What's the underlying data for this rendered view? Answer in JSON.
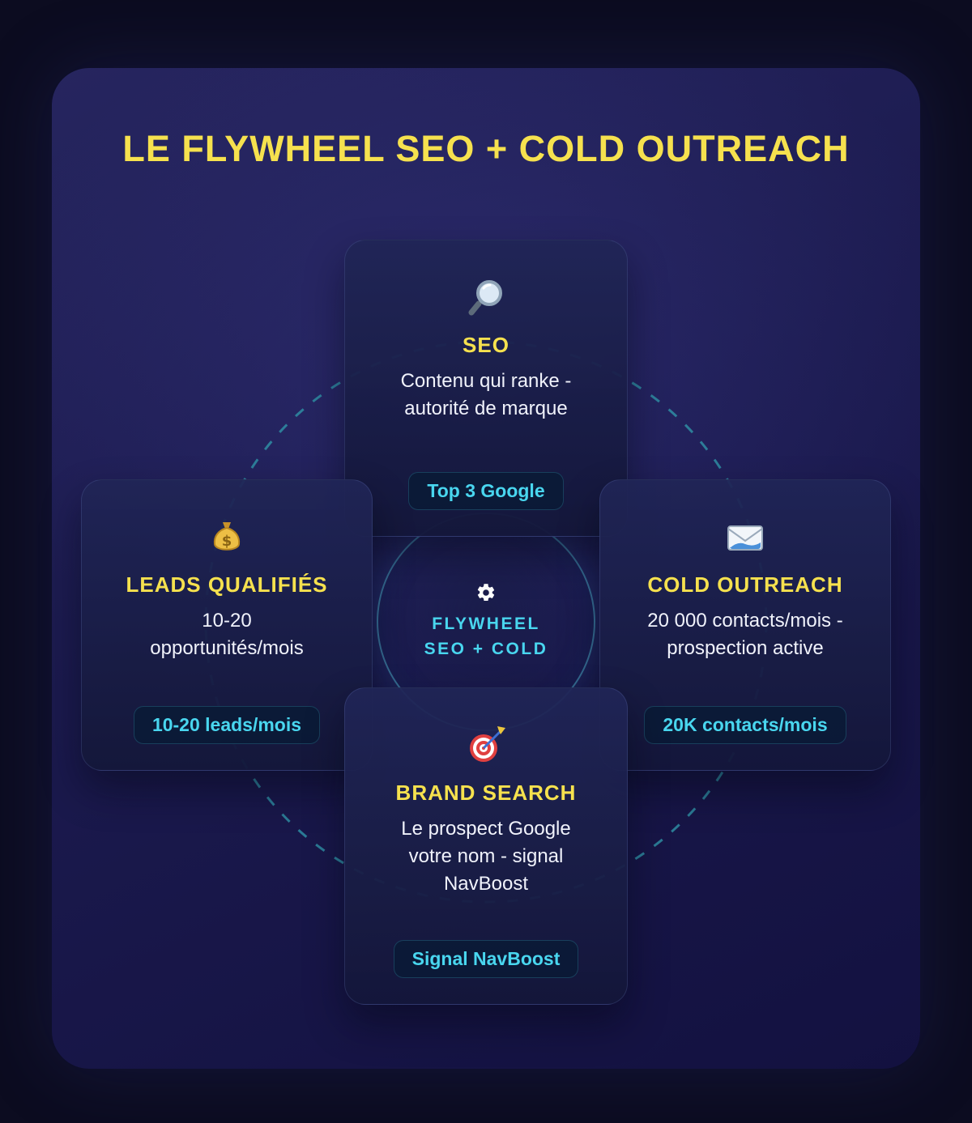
{
  "title": "LE FLYWHEEL SEO + COLD OUTREACH",
  "center": {
    "icon": "gear-icon",
    "label_line1": "FLYWHEEL",
    "label_line2": "SEO + COLD"
  },
  "cards": [
    {
      "id": "seo",
      "icon": "magnifying-glass-icon",
      "title": "SEO",
      "description_lines": [
        "Contenu qui ranke -",
        "autorité de marque"
      ],
      "badge": "Top 3 Google"
    },
    {
      "id": "leads",
      "icon": "money-bag-icon",
      "title": "LEADS QUALIFIÉS",
      "description_lines": [
        "10-20",
        "opportunités/mois"
      ],
      "badge": "10-20 leads/mois"
    },
    {
      "id": "cold",
      "icon": "email-icon",
      "title": "COLD OUTREACH",
      "description_lines": [
        "20 000 contacts/mois -",
        "prospection active"
      ],
      "badge": "20K contacts/mois"
    },
    {
      "id": "brand",
      "icon": "target-dart-icon",
      "title": "BRAND SEARCH",
      "description_lines": [
        "Le prospect Google",
        "votre nom - signal",
        "NavBoost"
      ],
      "badge": "Signal NavBoost"
    }
  ],
  "colors": {
    "title_yellow": "#f6e14e",
    "accent_cyan": "#49d6ef",
    "ring_teal": "#2f8da3",
    "panel_bg": "#1b1a4e",
    "outer_bg": "#0c0c20",
    "card_bg": "#1a1e4d",
    "badge_bg": "#0b1a36",
    "text_light": "#f0f2fb"
  }
}
